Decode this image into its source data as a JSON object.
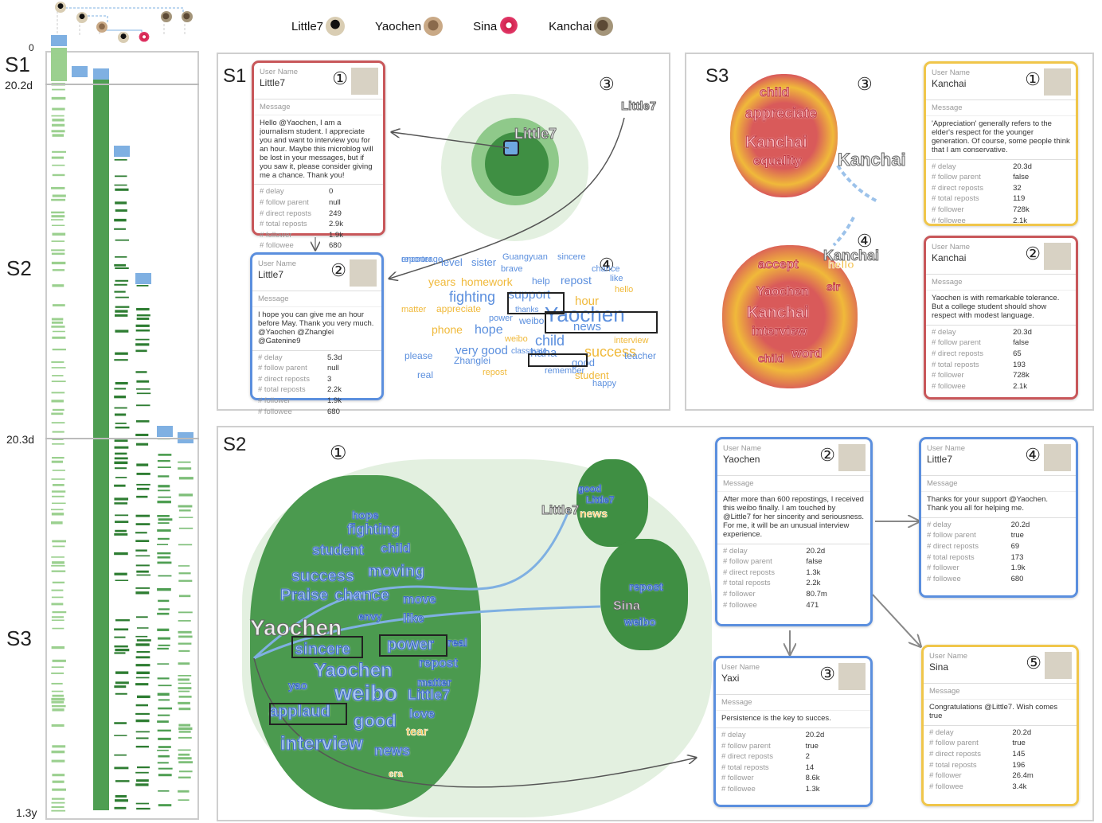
{
  "legend": [
    {
      "name": "Little7",
      "icon": "little7-avatar-icon"
    },
    {
      "name": "Yaochen",
      "icon": "yaochen-avatar-icon"
    },
    {
      "name": "Sina",
      "icon": "sina-avatar-icon"
    },
    {
      "name": "Kanchai",
      "icon": "kanchai-avatar-icon"
    }
  ],
  "timeline": {
    "stages": [
      "S1",
      "S2",
      "S3"
    ],
    "ticks": [
      "0",
      "20.2d",
      "20.3d",
      "1.3y"
    ]
  },
  "s1": {
    "label": "S1",
    "markers": [
      "①",
      "②",
      "③",
      "④"
    ],
    "card1": {
      "user_label": "User Name",
      "user": "Little7",
      "msg_label": "Message",
      "message": "Hello @Yaochen, I am a journalism student. I appreciate you and want to interview you for an hour. Maybe this microblog will be lost in your messages, but if you saw it, please consider giving me a chance. Thank you!",
      "stats": [
        [
          "# delay",
          "0"
        ],
        [
          "# follow parent",
          "null"
        ],
        [
          "# direct reposts",
          "249"
        ],
        [
          "# total reposts",
          "2.9k"
        ],
        [
          "# follower",
          "1.9k"
        ],
        [
          "# followee",
          "680"
        ]
      ]
    },
    "card2": {
      "user_label": "User Name",
      "user": "Little7",
      "msg_label": "Message",
      "message": "I hope you can give me an hour before May. Thank you very much. @Yaochen @Zhanglei @Gatenine9",
      "stats": [
        [
          "# delay",
          "5.3d"
        ],
        [
          "# follow parent",
          "null"
        ],
        [
          "# direct reposts",
          "3"
        ],
        [
          "# total reposts",
          "2.2k"
        ],
        [
          "# follower",
          "1.9k"
        ],
        [
          "# followee",
          "680"
        ]
      ]
    },
    "map_labels": [
      "Little7",
      "Little7"
    ],
    "cloud": [
      "level",
      "sister",
      "Guangyuan",
      "sincere",
      "brave",
      "chance",
      "years",
      "homework",
      "help",
      "repost",
      "like",
      "hello",
      "fighting",
      "support",
      "hour",
      "matter",
      "appreciate",
      "thanks",
      "Yaochen",
      "power",
      "weibo",
      "news",
      "phone",
      "hope",
      "weibo",
      "child",
      "interview",
      "please",
      "very good",
      "Zhanglei",
      "classmate",
      "haha",
      "success",
      "teacher",
      "good",
      "real",
      "repost",
      "remember",
      "student",
      "happy",
      "reporter",
      "encourage"
    ]
  },
  "s3": {
    "label": "S3",
    "markers": [
      "③",
      "④"
    ],
    "card1": {
      "num": "①",
      "user_label": "User Name",
      "user": "Kanchai",
      "msg_label": "Message",
      "message": "'Appreciation' generally refers to the elder's respect for the younger generation. Of course, some people think that I am conservative.",
      "stats": [
        [
          "# delay",
          "20.3d"
        ],
        [
          "# follow parent",
          "false"
        ],
        [
          "# direct reposts",
          "32"
        ],
        [
          "# total reposts",
          "119"
        ],
        [
          "# follower",
          "728k"
        ],
        [
          "# followee",
          "2.1k"
        ]
      ]
    },
    "card2": {
      "num": "②",
      "user_label": "User Name",
      "user": "Kanchai",
      "msg_label": "Message",
      "message": "Yaochen is with remarkable tolerance. But a college student should show respect with modest language.",
      "stats": [
        [
          "# delay",
          "20.3d"
        ],
        [
          "# follow parent",
          "false"
        ],
        [
          "# direct reposts",
          "65"
        ],
        [
          "# total reposts",
          "193"
        ],
        [
          "# follower",
          "728k"
        ],
        [
          "# followee",
          "2.1k"
        ]
      ]
    },
    "words_a": [
      "child",
      "appreciate",
      "Kanchai",
      "equality",
      "Kanchai"
    ],
    "words_b": [
      "accept",
      "hello",
      "Kanchai",
      "Yaochen",
      "sir",
      "Kanchai",
      "interview",
      "child",
      "word"
    ]
  },
  "s2": {
    "label": "S2",
    "marker1": "①",
    "card_yaochen": {
      "num": "②",
      "user_label": "User Name",
      "user": "Yaochen",
      "msg_label": "Message",
      "message": "After more than 600 repostings, I received this weibo finally. I am touched by @Little7 for her sincerity and seriousness. For me, it will be an unusual interview experience.",
      "stats": [
        [
          "# delay",
          "20.2d"
        ],
        [
          "# follow parent",
          "false"
        ],
        [
          "# direct reposts",
          "1.3k"
        ],
        [
          "# total reposts",
          "2.2k"
        ],
        [
          "# follower",
          "80.7m"
        ],
        [
          "# followee",
          "471"
        ]
      ]
    },
    "card_yaxi": {
      "num": "③",
      "user_label": "User Name",
      "user": "Yaxi",
      "msg_label": "Message",
      "message": "Persistence is the key to succes.",
      "stats": [
        [
          "# delay",
          "20.2d"
        ],
        [
          "# follow parent",
          "true"
        ],
        [
          "# direct reposts",
          "2"
        ],
        [
          "# total reposts",
          "14"
        ],
        [
          "# follower",
          "8.6k"
        ],
        [
          "# followee",
          "1.3k"
        ]
      ]
    },
    "card_little": {
      "num": "④",
      "user_label": "User Name",
      "user": "Little7",
      "msg_label": "Message",
      "message": "Thanks for your support @Yaochen. Thank you all for helping me.",
      "stats": [
        [
          "# delay",
          "20.2d"
        ],
        [
          "# follow parent",
          "true"
        ],
        [
          "# direct reposts",
          "69"
        ],
        [
          "# total reposts",
          "173"
        ],
        [
          "# follower",
          "1.9k"
        ],
        [
          "# followee",
          "680"
        ]
      ]
    },
    "card_sina": {
      "num": "⑤",
      "user_label": "User Name",
      "user": "Sina",
      "msg_label": "Message",
      "message": "Congratulations @Little7. Wish comes true",
      "stats": [
        [
          "# delay",
          "20.2d"
        ],
        [
          "# follow parent",
          "true"
        ],
        [
          "# direct reposts",
          "145"
        ],
        [
          "# total reposts",
          "196"
        ],
        [
          "# follower",
          "26.4m"
        ],
        [
          "# followee",
          "3.4k"
        ]
      ]
    },
    "words": [
      "hope",
      "fighting",
      "student",
      "child",
      "success",
      "moving",
      "Praise",
      "chance",
      "move",
      "envy",
      "like",
      "Yaochen",
      "sincere",
      "power",
      "real",
      "Yaochen",
      "repost",
      "matter",
      "yao",
      "weibo",
      "Little7",
      "applaud",
      "good",
      "love",
      "tear",
      "interview",
      "news",
      "era"
    ],
    "map_labels": [
      "good",
      "Little7",
      "Little7",
      "news",
      "repost",
      "Sina",
      "weibo"
    ]
  },
  "colors": {
    "red": "#c8575a",
    "blue": "#5b8fde",
    "yellow": "#f0c64a",
    "green": "#2e7d32"
  }
}
